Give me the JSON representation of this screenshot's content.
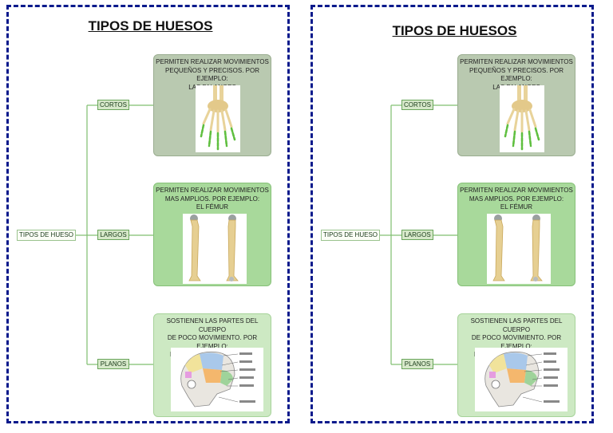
{
  "panels": [
    {
      "title": "TIPOS DE HUESOS",
      "root": "TIPOS DE HUESO",
      "categories": [
        "CORTOS",
        "LARGOS",
        "PLANOS"
      ],
      "cards": [
        {
          "text": "PERMITEN REALIZAR MOVIMIENTOS\nPEQUEÑOS Y PRECISOS. POR EJEMPLO:\nLAS FALANGES",
          "image": "hand-bones-illustration"
        },
        {
          "text": "PERMITEN REALIZAR MOVIMIENTOS\nMAS AMPLIOS. POR EJEMPLO:\nEL FÉMUR",
          "image": "femur-illustration"
        },
        {
          "text": "SOSTIENEN LAS PARTES DEL CUERPO\nDE POCO MOVIMIENTO. POR EJEMPLO:\nLOS HUESOS DEL CRÁNEO",
          "image": "skull-illustration"
        }
      ]
    },
    {
      "title": "TIPOS DE HUESOS",
      "root": "TIPOS DE HUESO",
      "categories": [
        "CORTOS",
        "LARGOS",
        "PLANOS"
      ],
      "cards": [
        {
          "text": "PERMITEN REALIZAR MOVIMIENTOS\nPEQUEÑOS Y PRECISOS. POR EJEMPLO:\nLAS FALANGES",
          "image": "hand-bones-illustration"
        },
        {
          "text": "PERMITEN REALIZAR MOVIMIENTOS\nMAS AMPLIOS. POR EJEMPLO:\nEL FÉMUR",
          "image": "femur-illustration"
        },
        {
          "text": "SOSTIENEN LAS PARTES DEL CUERPO\nDE POCO MOVIMIENTO. POR EJEMPLO:\nLOS HUESOS DEL CRÁNEO",
          "image": "skull-illustration"
        }
      ]
    }
  ],
  "colors": {
    "border": "#0a1a8c",
    "connector": "#7fbf6f",
    "card_short": "#b9c9b0",
    "card_long": "#a8d99b",
    "card_flat": "#cde9c3"
  }
}
